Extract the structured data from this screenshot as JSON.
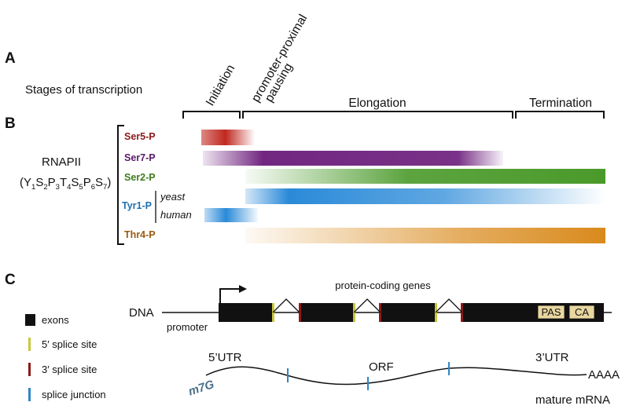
{
  "panels": {
    "a": "A",
    "b": "B",
    "c": "C"
  },
  "panel_a": {
    "title": "Stages of transcription",
    "stages": [
      "Initiation",
      "promoter-proximal",
      "pausing",
      "Elongation",
      "Termination"
    ]
  },
  "panel_b": {
    "rnapii": "RNAPII",
    "motif": {
      "open": "(",
      "residues": [
        "Y",
        "S",
        "P",
        "T",
        "S",
        "P",
        "S"
      ],
      "subs": [
        "1",
        "2",
        "3",
        "4",
        "5",
        "6",
        "7"
      ],
      "close": ")"
    },
    "marks": [
      {
        "label": "Ser5-P",
        "color": "#8b1a1a"
      },
      {
        "label": "Ser7-P",
        "color": "#5b1a6b"
      },
      {
        "label": "Ser2-P",
        "color": "#3f7a1c"
      },
      {
        "label": "Tyr1-P",
        "color": "#1f6fb0"
      },
      {
        "label": "Thr4-P",
        "color": "#9a5a10"
      }
    ],
    "organisms": {
      "yeast": "yeast",
      "human": "human"
    }
  },
  "panel_c": {
    "dna": "DNA",
    "promoter": "promoter",
    "genes_label": "protein-coding genes",
    "pas": "PAS",
    "ca": "CA",
    "legend": [
      {
        "label": "exons",
        "color": "#111111"
      },
      {
        "label": "5′ splice site",
        "color": "#c8c83c"
      },
      {
        "label": "3′ splice site",
        "color": "#8b1a1a"
      },
      {
        "label": "splice junction",
        "color": "#2f86c4"
      }
    ],
    "mrna": {
      "cap": "m7G",
      "utr5": "5’UTR",
      "orf": "ORF",
      "utr3": "3’UTR",
      "polyA": "AAAA",
      "mature": "mature mRNA"
    }
  },
  "colors": {
    "ser5": "#c0281e",
    "ser7": "#6a1b7a",
    "ser2": "#4a9a2a",
    "tyr1": "#2a8ad8",
    "thr4": "#d98a1c"
  }
}
